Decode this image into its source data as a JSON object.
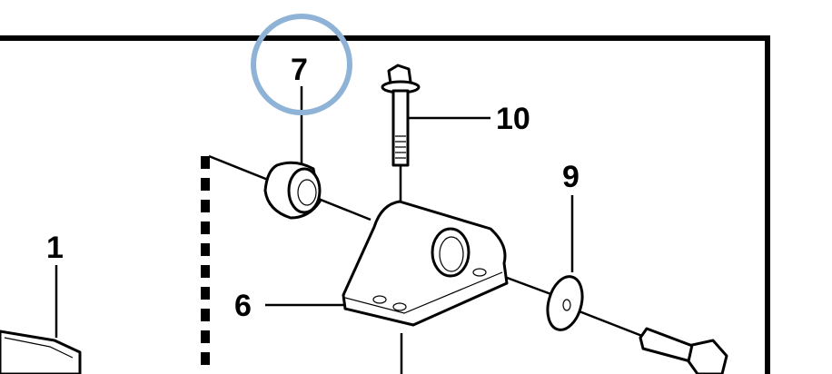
{
  "diagram": {
    "callouts": [
      {
        "id": "callout-7",
        "text": "7",
        "highlighted": true
      },
      {
        "id": "callout-10",
        "text": "10"
      },
      {
        "id": "callout-9",
        "text": "9"
      },
      {
        "id": "callout-1",
        "text": "1"
      },
      {
        "id": "callout-6",
        "text": "6"
      }
    ],
    "highlight_color": "#8fb3d6"
  }
}
